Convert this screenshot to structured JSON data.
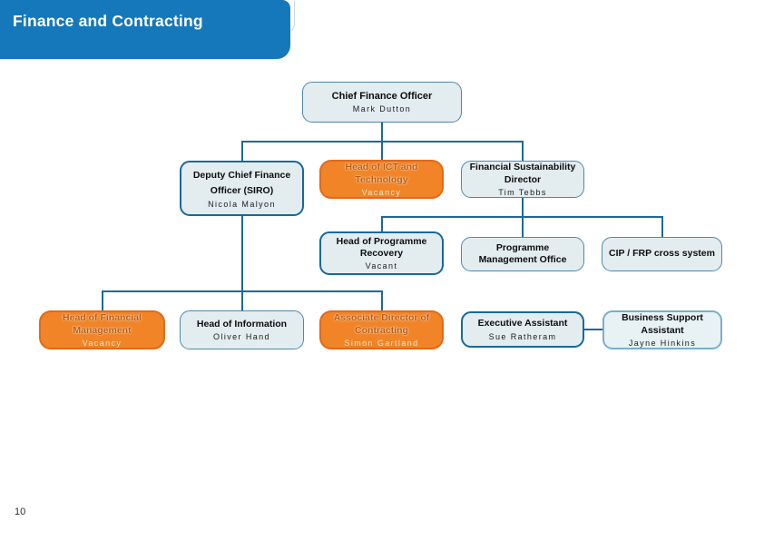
{
  "page": {
    "title": "Finance and Contracting",
    "page_number": "10"
  },
  "colors": {
    "header_blue": "#1478ba",
    "connector_blue": "#1b6a99",
    "box_fill": "#e3ecef",
    "box_border_thin": "#4d89ae",
    "box_border_strong": "#16699c",
    "box_border_teal": "#7ab0c4",
    "orange_fill": "#f08427",
    "orange_border": "#e2691c",
    "orange_title_text": "#bd5a0d",
    "orange_name_text": "#fbe3c3"
  },
  "org_chart": {
    "nodes": [
      {
        "id": "cfo",
        "title": "Chief Finance Officer",
        "name": "Mark Dutton",
        "style": "light"
      },
      {
        "id": "deputy",
        "title": "Deputy Chief Finance Officer (SIRO)",
        "name": "Nicola Malyon",
        "style": "light-strong"
      },
      {
        "id": "ict",
        "title": "Head of ICT and Technology",
        "name": "Vacancy",
        "style": "orange"
      },
      {
        "id": "fsd",
        "title": "Financial Sustainability Director",
        "name": "Tim Tebbs",
        "style": "light"
      },
      {
        "id": "hopr",
        "title": "Head of Programme Recovery",
        "name": "Vacant",
        "style": "light-strong"
      },
      {
        "id": "pmo",
        "title": "Programme Management Office",
        "name": "",
        "style": "light"
      },
      {
        "id": "cip",
        "title": "CIP /  FRP cross system",
        "name": "",
        "style": "light"
      },
      {
        "id": "hofm",
        "title": "Head of Financial Management",
        "name": "Vacancy",
        "style": "orange"
      },
      {
        "id": "hoi",
        "title": "Head of Information",
        "name": "Oliver Hand",
        "style": "light"
      },
      {
        "id": "adc",
        "title": "Associate Director of Contracting",
        "name": "Simon Gartland",
        "style": "orange"
      },
      {
        "id": "ea",
        "title": "Executive Assistant",
        "name": "Sue Ratheram",
        "style": "light-strong"
      },
      {
        "id": "bsa",
        "title": "Business Support Assistant",
        "name": "Jayne Hinkins",
        "style": "light-teal"
      }
    ],
    "edges": [
      {
        "from": "cfo",
        "to": "deputy"
      },
      {
        "from": "cfo",
        "to": "ict"
      },
      {
        "from": "cfo",
        "to": "fsd"
      },
      {
        "from": "deputy",
        "to": "hofm"
      },
      {
        "from": "deputy",
        "to": "hoi"
      },
      {
        "from": "deputy",
        "to": "adc"
      },
      {
        "from": "fsd",
        "to": "hopr"
      },
      {
        "from": "fsd",
        "to": "pmo"
      },
      {
        "from": "fsd",
        "to": "cip"
      },
      {
        "from": "ea",
        "to": "bsa"
      }
    ]
  }
}
